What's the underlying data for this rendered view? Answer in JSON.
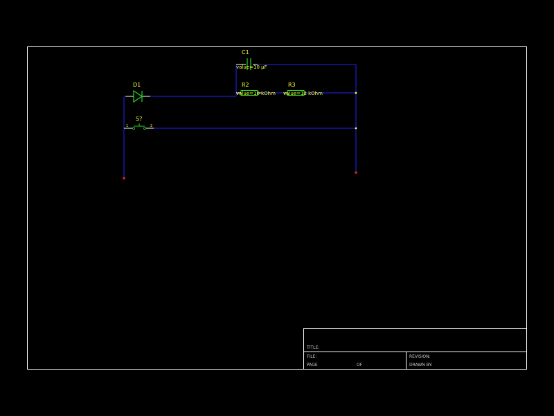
{
  "colors": {
    "background": "#000000",
    "frame": "#ffffff",
    "wire": "#2222ff",
    "component": "#22dd22",
    "label": "#ffff33",
    "junction": "#ffff33",
    "net_end": "#ff2222"
  },
  "components": {
    "c1": {
      "ref": "C1",
      "value": "value=10 µF"
    },
    "d1": {
      "ref": "D1"
    },
    "r2": {
      "ref": "R2",
      "value": "value=10 kOhm"
    },
    "r3": {
      "ref": "R3",
      "value": "value=12 kOhm"
    },
    "s1": {
      "ref": "S?",
      "pin1": "1",
      "pin2": "2"
    }
  },
  "title_block": {
    "title": "TITLE:",
    "file": "FILE:",
    "revision": "REVISION:",
    "page": "PAGE",
    "of": "OF",
    "drawn_by": "DRAWN BY:"
  }
}
